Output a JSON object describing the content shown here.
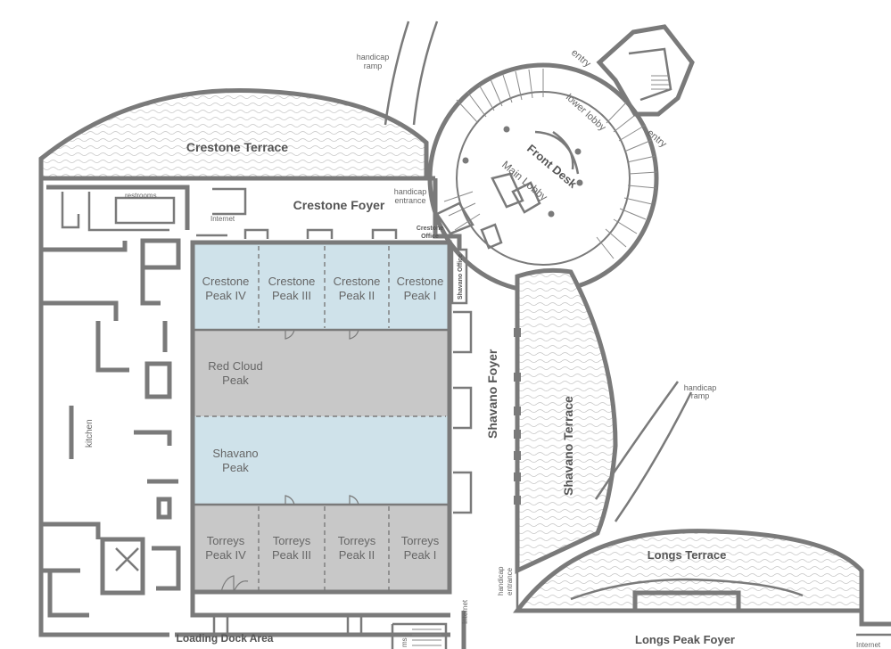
{
  "labels": {
    "crestone_terrace": "Crestone Terrace",
    "crestone_foyer": "Crestone Foyer",
    "restrooms": "restrooms",
    "internet_top": "Internet",
    "internet_bottom": "Internet",
    "internet_corner": "Internet",
    "handicap_ramp_top_1": "handicap",
    "handicap_ramp_top_2": "ramp",
    "handicap_entrance_top_1": "handicap",
    "handicap_entrance_top_2": "entrance",
    "crestone_office_1": "Crestone",
    "crestone_office_2": "Office",
    "shavano_office": "Shavano Office",
    "front_desk": "Front Desk",
    "main_lobby": "Main Lobby",
    "lower_lobby": "lower lobby",
    "entry_top": "entry",
    "entry_right": "entry",
    "shavano_foyer": "Shavano Foyer",
    "shavano_terrace": "Shavano Terrace",
    "handicap_ramp_right_1": "handicap",
    "handicap_ramp_right_2": "ramp",
    "handicap_entrance_bottom_1": "handicap",
    "handicap_entrance_bottom_2": "entrance",
    "longs_terrace": "Longs Terrace",
    "longs_peak_foyer": "Longs Peak Foyer",
    "loading_dock": "Loading Dock Area",
    "kitchen": "kitchen",
    "ms": "ms"
  },
  "rooms": {
    "crestone_peak_iv": [
      "Crestone",
      "Peak IV"
    ],
    "crestone_peak_iii": [
      "Crestone",
      "Peak III"
    ],
    "crestone_peak_ii": [
      "Crestone",
      "Peak II"
    ],
    "crestone_peak_i": [
      "Crestone",
      "Peak I"
    ],
    "red_cloud_peak": [
      "Red Cloud",
      "Peak"
    ],
    "shavano_peak": [
      "Shavano",
      "Peak"
    ],
    "torreys_peak_iv": [
      "Torreys",
      "Peak IV"
    ],
    "torreys_peak_iii": [
      "Torreys",
      "Peak III"
    ],
    "torreys_peak_ii": [
      "Torreys",
      "Peak II"
    ],
    "torreys_peak_i": [
      "Torreys",
      "Peak I"
    ]
  },
  "colors": {
    "meeting_room_blue": "#cfe2ea",
    "meeting_room_gray": "#c8c8c8",
    "walls": "#7a7a7a"
  }
}
